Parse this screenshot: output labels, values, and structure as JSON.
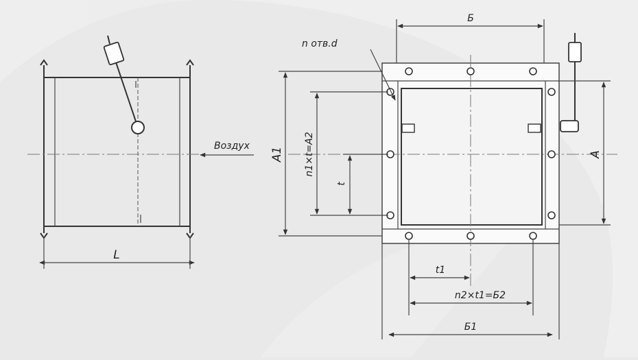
{
  "labels": {
    "L": "L",
    "air": "Воздух",
    "holes": "n отв.d",
    "B": "Б",
    "B1": "Б1",
    "B2_formula": "n2×t1=Б2",
    "t1": "t1",
    "A": "A",
    "A1": "A1",
    "A2_formula": "n1×t=A2",
    "t": "t"
  }
}
